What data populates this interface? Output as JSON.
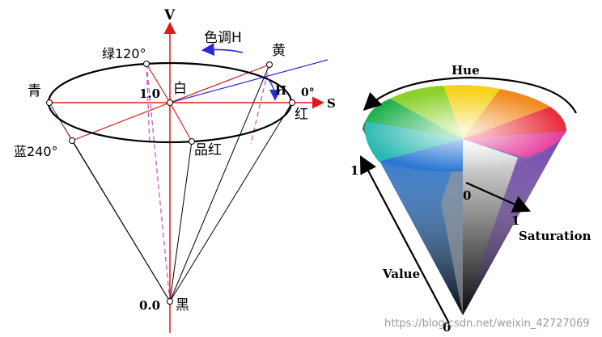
{
  "left_diagram": {
    "axis_v": "V",
    "axis_s": "S",
    "hue_label": "色调H",
    "hue_angle": "H",
    "green": "绿120°",
    "yellow": "黄",
    "cyan": "青",
    "white_value": "1.0",
    "white": "白",
    "red_angle": "0°",
    "red": "红",
    "blue": "蓝240°",
    "magenta": "品红",
    "black_value": "0.0",
    "black": "黑"
  },
  "right_diagram": {
    "hue": "Hue",
    "saturation": "Saturation",
    "value": "Value",
    "value_top": "1",
    "center_zero": "0",
    "saturation_one": "1",
    "bottom_zero": "0",
    "watermark": "https://blog.csdn.net/weixin_42727069"
  },
  "colors": {
    "axis_red": "#e0191b",
    "magenta_dash": "#c04cc0",
    "hue_arrow_blue": "#2a2ad0"
  }
}
